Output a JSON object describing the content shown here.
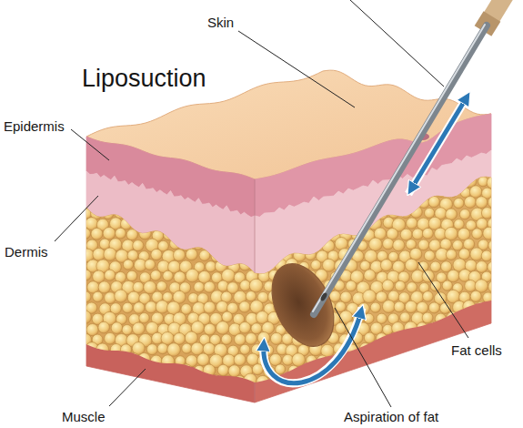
{
  "diagram": {
    "title": "Liposuction",
    "labels": [
      "Skin",
      "Epidermis",
      "Dermis",
      "Fat cells",
      "Muscle",
      "Aspiration of fat"
    ]
  }
}
